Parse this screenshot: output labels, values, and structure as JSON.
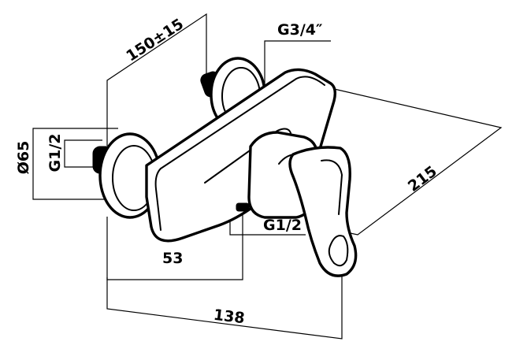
{
  "labels": {
    "spacing": "150±15",
    "outlet_thread": "G3/4″",
    "diameter": "Ø65",
    "inlet_thread": "G1/2",
    "outlet_thread_lower": "G1/2",
    "depth": "215",
    "body_offset": "53",
    "total_width": "138"
  }
}
